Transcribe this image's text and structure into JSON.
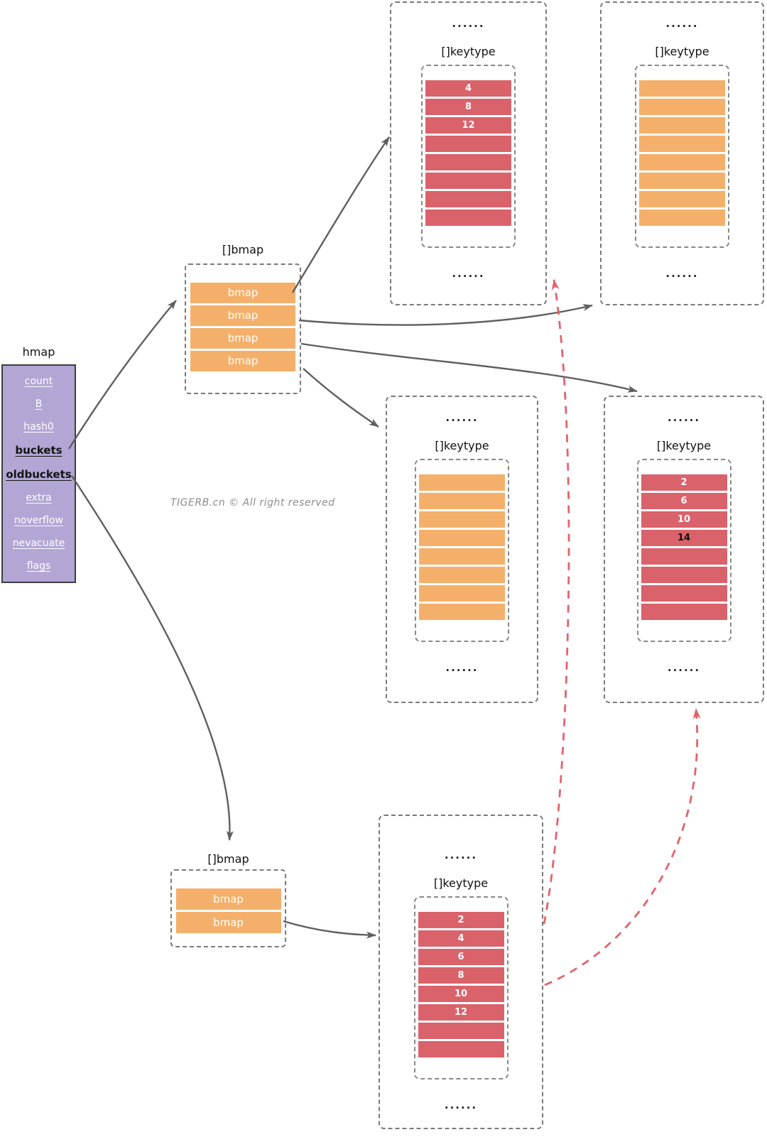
{
  "watermark": "TIGERB.cn © All right reserved",
  "ellipsis": "......",
  "colors": {
    "struct_purple": "#b3a6d4",
    "bucket_orange": "#f4b06a",
    "bucket_red": "#d9626b",
    "arrow_gray": "#5f5f5f",
    "arrow_red_dashed": "#e2636b"
  },
  "hmap": {
    "title": "hmap",
    "fields": [
      "count",
      "B",
      "hash0",
      "buckets",
      "oldbuckets",
      "extra",
      "noverflow",
      "nevacuate",
      "flags"
    ]
  },
  "new_buckets_array": {
    "title": "[]bmap",
    "rows": [
      "bmap",
      "bmap",
      "bmap",
      "bmap"
    ]
  },
  "old_buckets_array": {
    "title": "[]bmap",
    "rows": [
      "bmap",
      "bmap"
    ]
  },
  "keytype_boxes": {
    "new_bucket0": {
      "title": "[]keytype",
      "cells": [
        "4",
        "8",
        "12",
        "",
        "",
        "",
        "",
        ""
      ]
    },
    "new_bucket1": {
      "title": "[]keytype",
      "cells": [
        "",
        "",
        "",
        "",
        "",
        "",
        "",
        ""
      ]
    },
    "new_bucket2": {
      "title": "[]keytype",
      "cells": [
        "",
        "",
        "",
        "",
        "",
        "",
        "",
        ""
      ]
    },
    "new_bucket3": {
      "title": "[]keytype",
      "cells": [
        "2",
        "6",
        "10",
        "14",
        "",
        "",
        "",
        ""
      ]
    },
    "old_bucket": {
      "title": "[]keytype",
      "cells": [
        "2",
        "4",
        "6",
        "8",
        "10",
        "12",
        "",
        ""
      ]
    }
  }
}
